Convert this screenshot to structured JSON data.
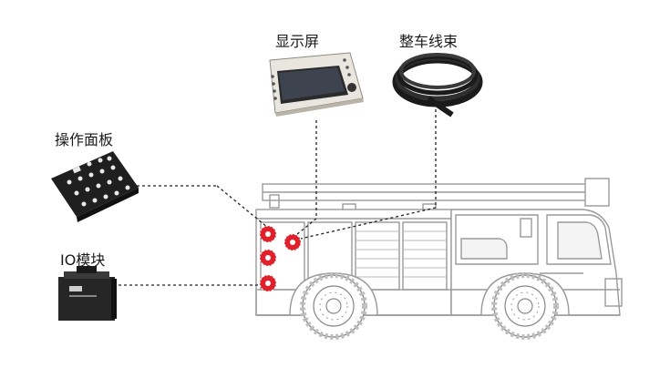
{
  "labels": {
    "display": "显示屏",
    "harness": "整车线束",
    "control_panel": "操作面板",
    "io_module": "IO模块"
  },
  "colors": {
    "marker": "#e0202a",
    "line": "#222222",
    "truck_outline": "#9a9a9a",
    "device_dark": "#2b2b2b"
  },
  "icons": [
    "display-device",
    "cable-harness-coil",
    "control-keypad",
    "io-module-box",
    "fire-truck"
  ]
}
